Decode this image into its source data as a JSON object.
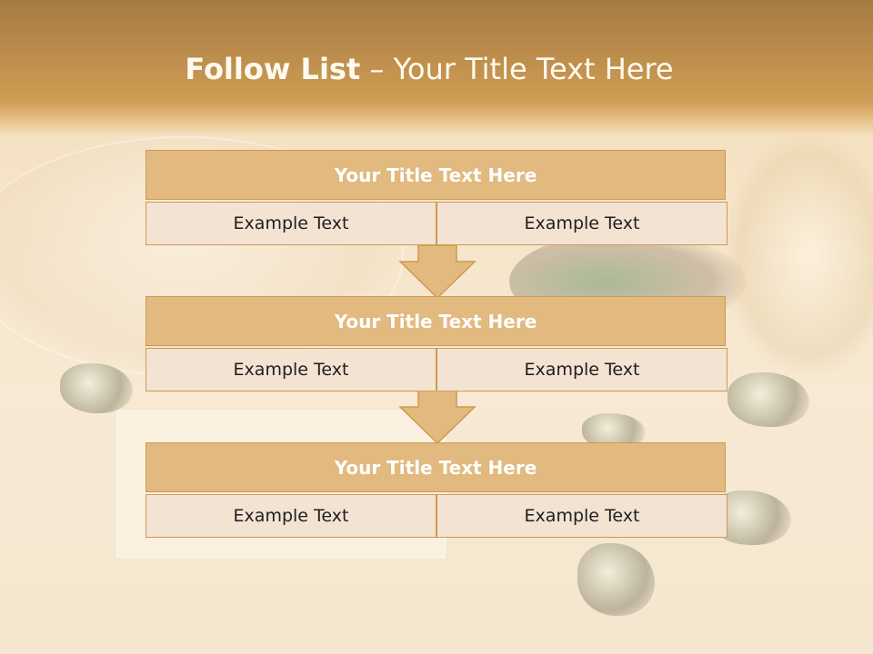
{
  "slide": {
    "title_bold": "Follow List",
    "title_rest": " – Your Title Text Here"
  },
  "follow_list": [
    {
      "title": "Your Title Text Here",
      "left": "Example Text",
      "right": "Example Text"
    },
    {
      "title": "Your Title Text Here",
      "left": "Example Text",
      "right": "Example Text"
    },
    {
      "title": "Your Title Text Here",
      "left": "Example Text",
      "right": "Example Text"
    }
  ],
  "colors": {
    "header": "#c39249",
    "box_title_fill": "#e2b97f",
    "box_border": "#cd9a52",
    "cell_fill": "#f3e3d3"
  },
  "icons": [
    "down-arrow-icon",
    "down-arrow-icon"
  ]
}
